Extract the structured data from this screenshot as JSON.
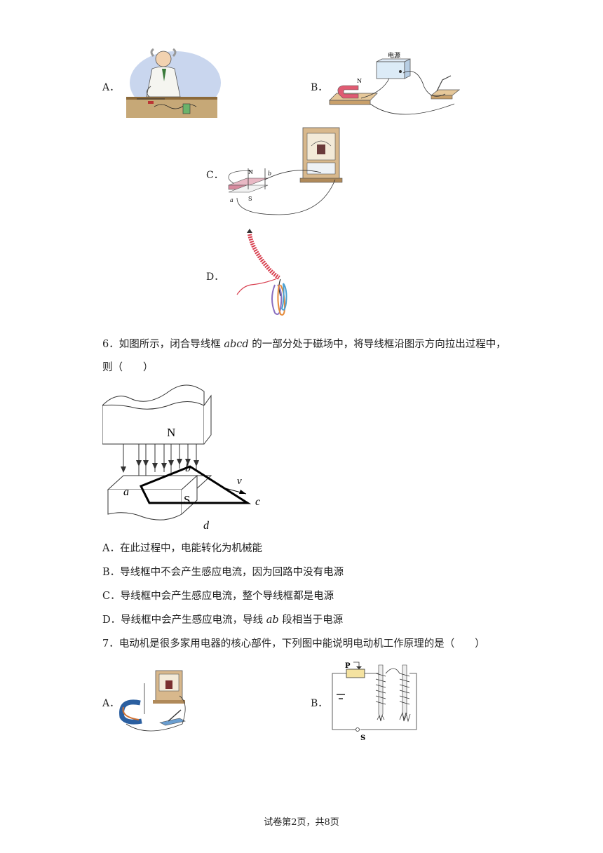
{
  "q5_options": {
    "a": "A．",
    "b": "B．",
    "b_power_label": "电源",
    "b_magnet_n": "N",
    "c": "C．",
    "c_magnet_n": "N",
    "c_magnet_s": "S",
    "c_wire_a": "a",
    "c_wire_b": "b",
    "d": "D．"
  },
  "q6": {
    "stem_pre": "6．如图所示，闭合导线框 ",
    "stem_var": "abcd",
    "stem_post": " 的一部分处于磁场中，将导线框沿图示方向拉出过程中，",
    "stem_line2": "则（　　）",
    "figure": {
      "pole_n": "N",
      "pole_s": "S",
      "a": "a",
      "b": "b",
      "c": "c",
      "d": "d",
      "v": "v"
    },
    "options": [
      "A．在此过程中，电能转化为机械能",
      "B．导线框中不会产生感应电流，因为回路中没有电源",
      "C．导线框中会产生感应电流，整个导线框都是电源"
    ],
    "option_d_pre": "D．导线框中会产生感应电流，导线 ",
    "option_d_var": "ab",
    "option_d_post": " 段相当于电源"
  },
  "q7": {
    "stem": "7．电动机是很多家用电器的核心部件，下列图中能说明电动机工作原理的是（　　）",
    "a": "A．",
    "b": "B．",
    "b_label_p": "P",
    "b_label_s": "S"
  },
  "footer": "试卷第2页，共8页"
}
